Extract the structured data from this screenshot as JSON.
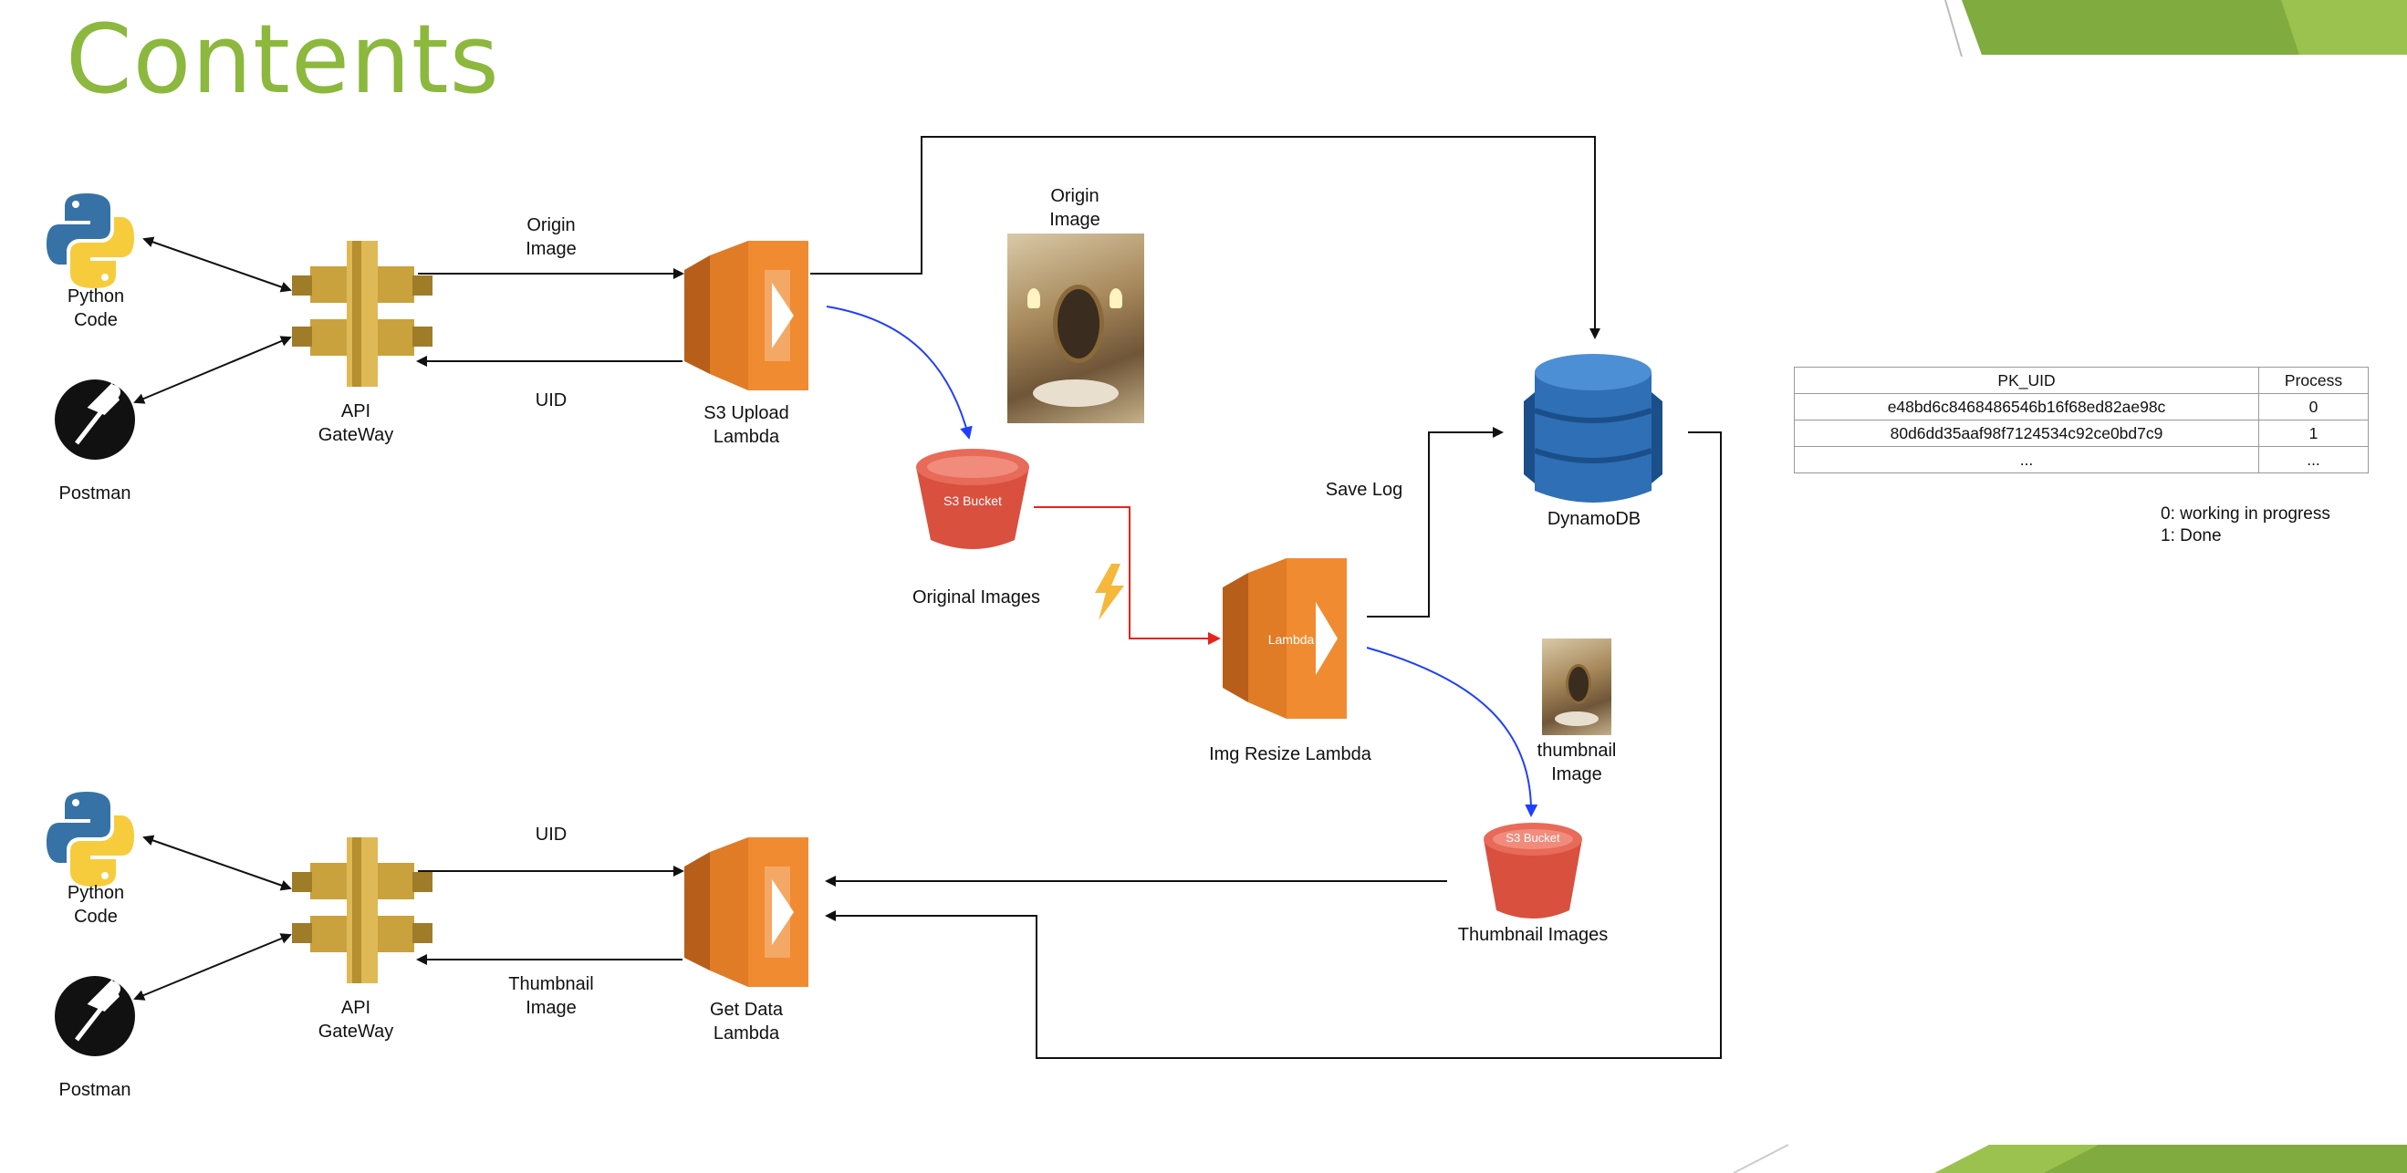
{
  "slide": {
    "title": "Contents"
  },
  "nodes": {
    "python_top": "Python\nCode",
    "postman_top": "Postman",
    "api_top": "API\nGateWay",
    "s3_upload_lambda": "S3 Upload\nLambda",
    "origin_image_photo": "Origin\nImage",
    "original_images": "Original Images",
    "s3_bucket_badge_original": "S3 Bucket",
    "dynamodb": "DynamoDB",
    "img_resize_lambda": "Img Resize Lambda",
    "lambda_badge": "Lambda",
    "thumbnail_photo": "thumbnail\nImage",
    "s3_bucket_badge_thumb": "S3 Bucket",
    "thumbnail_images": "Thumbnail Images",
    "python_bottom": "Python\nCode",
    "postman_bottom": "Postman",
    "api_bottom": "API\nGateWay",
    "get_data_lambda": "Get Data\nLambda"
  },
  "edges": {
    "origin_image": "Origin\nImage",
    "uid_top": "UID",
    "save_log": "Save Log",
    "uid_bottom": "UID",
    "thumbnail_image": "Thumbnail\nImage"
  },
  "table": {
    "headers": [
      "PK_UID",
      "Process"
    ],
    "rows": [
      [
        "e48bd6c8468486546b16f68ed82ae98c",
        "0"
      ],
      [
        "80d6dd35aaf98f7124534c92ce0bd7c9",
        "1"
      ],
      [
        "...",
        "..."
      ]
    ]
  },
  "legend": [
    "0: working in progress",
    "1: Done"
  ],
  "colors": {
    "title": "#8cb83e",
    "api_gateway": "#c9a23d",
    "lambda": "#e07b26",
    "s3": "#d9503f",
    "dynamodb": "#2f6fb6",
    "blue_arrow": "#1f3fff",
    "red_arrow": "#e8231c",
    "corner_green": "#7fab3f"
  }
}
